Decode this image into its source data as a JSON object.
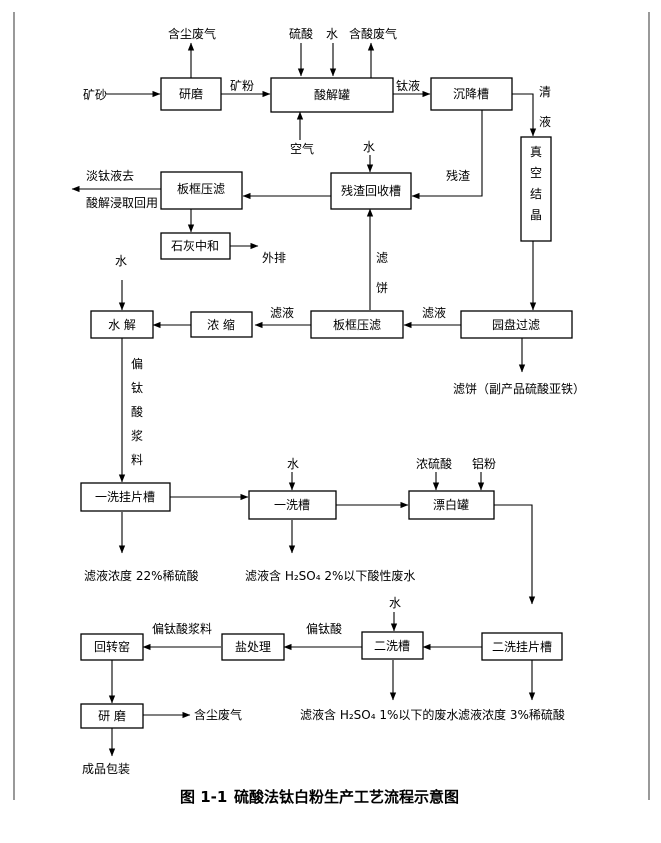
{
  "caption": {
    "figure_no": "图 1-1",
    "title": "硫酸法钛白粉生产工艺流程示意图"
  },
  "nodes": {
    "grinding1": "研磨",
    "acidolysis_tank": "酸解罐",
    "settling_tank": "沉降槽",
    "vacuum_crystallization": "真空结晶",
    "plate_frame_filter1": "板框压滤",
    "residue_recovery_tank": "残渣回收槽",
    "lime_neutralization": "石灰中和",
    "hydrolysis": "水  解",
    "concentration": "浓  缩",
    "plate_frame_filter2": "板框压滤",
    "disc_filter": "园盘过滤",
    "first_wash_leaf_tank": "一洗挂片槽",
    "first_wash_tank": "一洗槽",
    "bleaching_tank": "漂白罐",
    "rotary_kiln": "回转窑",
    "salt_treatment": "盐处理",
    "second_wash_tank": "二洗槽",
    "second_wash_leaf_tank": "二洗挂片槽",
    "grinding2": "研  磨"
  },
  "labels": {
    "ore_sand": "矿砂",
    "ore_powder": "矿粉",
    "dust_gas_top": "含尘废气",
    "sulfuric_acid": "硫酸",
    "water_top": "水",
    "acid_gas": "含酸废气",
    "titanium_liquor": "钛液",
    "clear_liquor": "清液",
    "air": "空气",
    "water_residue": "水",
    "residue": "残渣",
    "dilute_ti_line1": "淡钛液去",
    "dilute_ti_line2": "酸解浸取回用",
    "discharge": "外排",
    "filter_cake": "滤饼",
    "water_hydrolysis": "水",
    "filtrate_left": "滤液",
    "filtrate_right": "滤液",
    "byproduct": "滤饼（副产品硫酸亚铁）",
    "metatitanic_slurry": "偏钛酸浆料",
    "water_wash1": "水",
    "conc_sulfuric": "浓硫酸",
    "aluminum_powder": "铝粉",
    "filtrate_22": "滤液浓度 22%稀硫酸",
    "filtrate_2": "滤液含 H₂SO₄ 2%以下酸性废水",
    "water_wash2": "水",
    "metatitanic_slurry2": "偏钛酸浆料",
    "metatitanic_acid": "偏钛酸",
    "filtrate_1": "滤液含 H₂SO₄ 1%以下的废水",
    "filtrate_3": "滤液浓度 3%稀硫酸",
    "dust_gas_bottom": "含尘废气",
    "product_packaging": "成品包装"
  }
}
